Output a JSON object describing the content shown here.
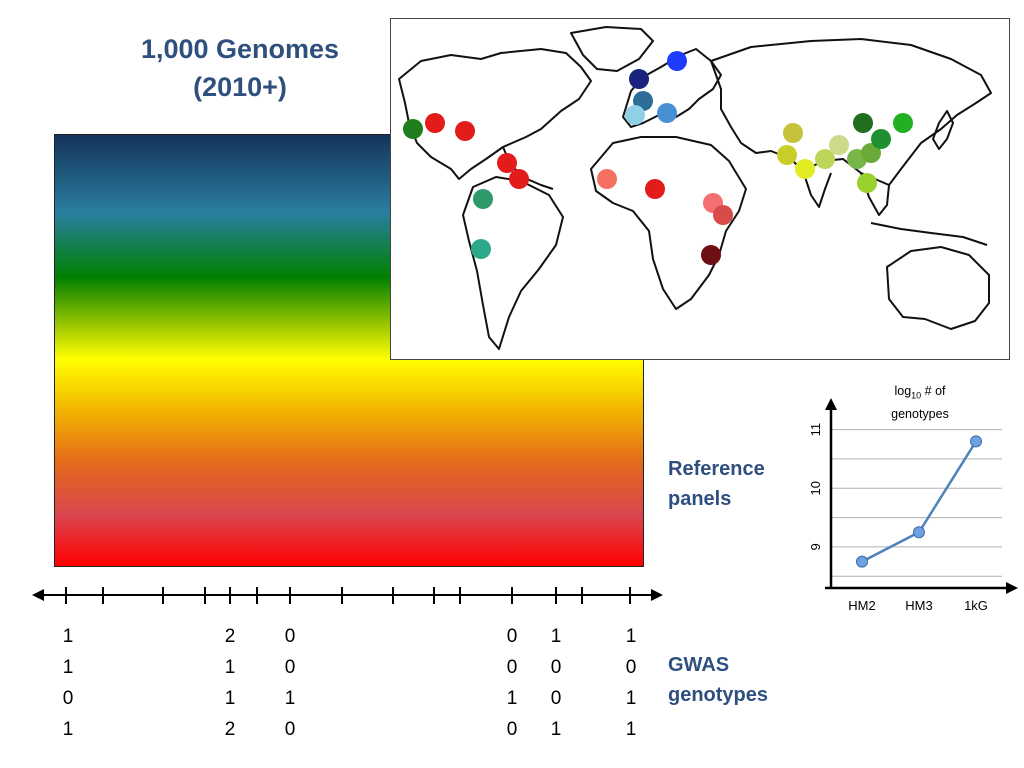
{
  "slide": {
    "title_line1": "1,000 Genomes",
    "title_line2": "(2010+)",
    "reference_label_line1": "Reference",
    "reference_label_line2": "panels",
    "gwas_label_line1": "GWAS",
    "gwas_label_line2": "genotypes"
  },
  "genotypes": [
    [
      "1",
      "1",
      "0",
      "1"
    ],
    [
      "2",
      "1",
      "1",
      "2"
    ],
    [
      "0",
      "0",
      "1",
      "0"
    ],
    [
      "0",
      "0",
      "1",
      "0"
    ],
    [
      "1",
      "0",
      "0",
      "1"
    ],
    [
      "1",
      "0",
      "1",
      "1"
    ]
  ],
  "map_colors": {
    "dark_blue": "#1a237e",
    "blue": "#1e3cff",
    "steel": "#2b6c99",
    "light_blue": "#8fd0e6",
    "mid_blue": "#4a8fd4",
    "red": "#e31b1b",
    "salmon": "#f47060",
    "maroon": "#6e0f14",
    "teal": "#2e9a6b",
    "green": "#1f7f1f",
    "lime": "#9bd12e",
    "olive": "#c7c23b"
  },
  "chart_data": {
    "type": "line",
    "title": "log10 # of genotypes",
    "title_main": "log",
    "title_sub": "10",
    "title_rest": " # of",
    "title_line2": "genotypes",
    "categories": [
      "HM2",
      "HM3",
      "1kG"
    ],
    "series": [
      {
        "values": [
          8.75,
          9.25,
          10.8
        ]
      }
    ],
    "yticks": [
      "9",
      "10",
      "11"
    ],
    "ylim": [
      8.3,
      11.3
    ],
    "grid": true,
    "line_color": "#4f81bd",
    "marker_color": "#6fa0e0"
  }
}
